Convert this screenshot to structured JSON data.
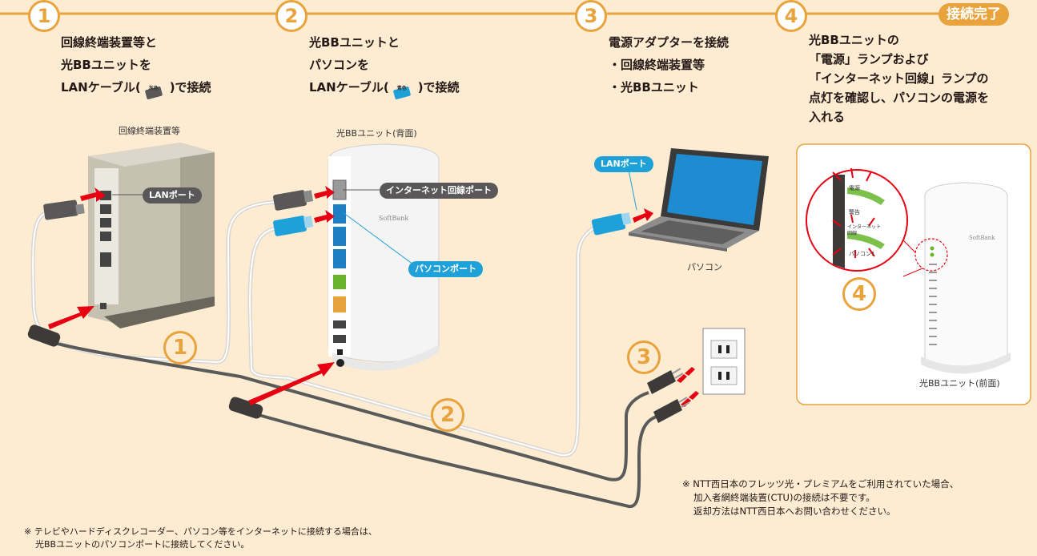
{
  "steps": [
    {
      "num": "1",
      "lines": [
        "回線終端装置等と",
        "光BBユニットを",
        "LANケーブル(",
        "灰色",
        ")で接続"
      ]
    },
    {
      "num": "2",
      "lines": [
        "光BBユニットと",
        "パソコンを",
        "LANケーブル(",
        "青色",
        ")で接続"
      ]
    },
    {
      "num": "3",
      "lines": [
        "電源アダプターを接続",
        "・回線終端装置等",
        "・光BBユニット"
      ]
    },
    {
      "num": "4",
      "lines": [
        "光BBユニットの",
        "「電源」ランプおよび",
        "「インターネット回線」ランプの",
        "点灯を確認し、パソコンの電源を",
        "入れる"
      ]
    }
  ],
  "done_badge": "接続完了",
  "devices": {
    "ont_label": "回線終端装置等",
    "unit_back_label": "光BBユニット(背面)",
    "pc_label": "パソコン",
    "unit_front_label": "光BBユニット(前面)",
    "brand": "SoftBank"
  },
  "callouts": {
    "lan_port": "LANポート",
    "internet_port": "インターネット回線ポート",
    "pc_port": "パソコンポート",
    "pc_lan_port": "LANポート"
  },
  "lamps": {
    "power": "電源",
    "warning": "警告",
    "internet": "インターネット回線",
    "pc1": "パソコン1"
  },
  "notes": {
    "ntt": [
      "※ NTT西日本のフレッツ光・プレミアムをご利用されていた場合、",
      "加入者網終端装置(CTU)の接続は不要です。",
      "返却方法はNTT西日本へお問い合わせください。"
    ],
    "bottom": [
      "※ テレビやハードディスクレコーダー、パソコン等をインターネットに接続する場合は、",
      "光BBユニットのパソコンポートに接続してください。"
    ]
  },
  "colors": {
    "accent": "#e8a33c",
    "background": "#fdecd2",
    "cable_gray": "#595757",
    "cable_blue": "#1ea0d8",
    "arrow_red": "#e60012"
  }
}
